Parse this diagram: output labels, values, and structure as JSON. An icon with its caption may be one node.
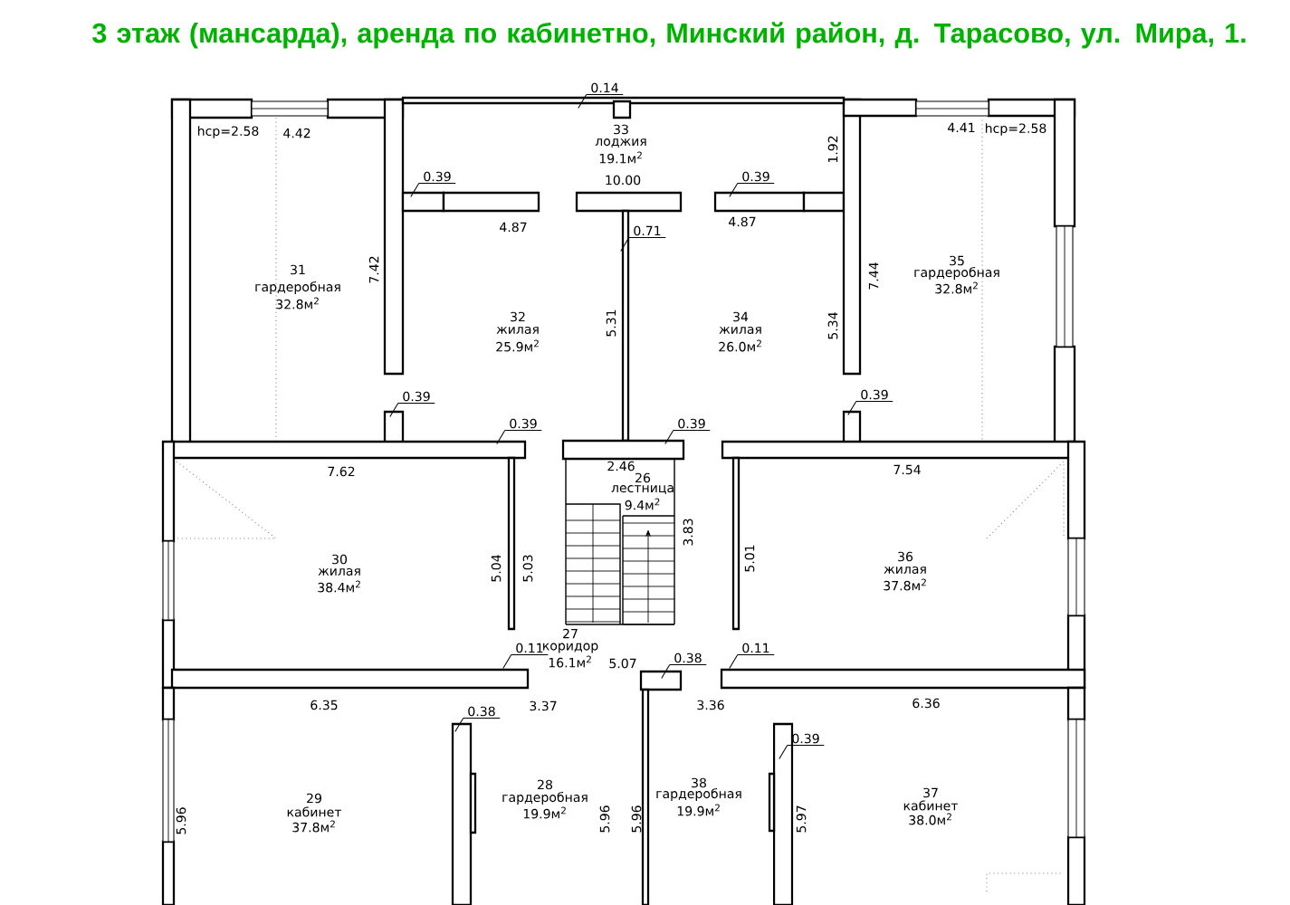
{
  "diagram": {
    "title": "3 этаж (мансарда), аренда по кабинетно, Минский район, д. Тарасово, ул. Мира, 1.",
    "labels": [
      "0.14",
      "hср=2.58",
      "4.42",
      "33",
      "лоджия",
      "4.41",
      "hср=2.58",
      "1.92",
      "19.1м$^{2}$",
      "0.39",
      "0.39",
      "10.00",
      "4.87",
      "4.87",
      "0.71",
      "7.42",
      "7.44",
      "35",
      "31",
      "гардеробная",
      "гардеробная",
      "32.8м$^{2}$",
      "32.8м$^{2}$",
      "32",
      "34",
      "5.31",
      "5.34",
      "жилая",
      "жилая",
      "25.9м$^{2}$",
      "26.0м$^{2}$",
      "0.39",
      "0.39",
      "0.39",
      "0.39",
      "2.46",
      "7.62",
      "7.54",
      "26",
      "лестница",
      "9.4м$^{2}$",
      "3.83",
      "36",
      "30",
      "5.01",
      "5.04",
      "5.03",
      "жилая",
      "жилая",
      "37.8м$^{2}$",
      "38.4м$^{2}$",
      "27",
      "коридор",
      "0.11",
      "0.11",
      "16.1м$^{2}$",
      "0.38",
      "5.07",
      "6.35",
      "3.37",
      "3.36",
      "6.36",
      "0.38",
      "0.39",
      "38",
      "28",
      "37",
      "гардеробная",
      "29",
      "гардеробная",
      "кабинет",
      "19.9м$^{2}$",
      "кабинет",
      "19.9м$^{2}$",
      "38.0м$^{2}$",
      "5.96",
      "5.96",
      "5.96",
      "5.97",
      "37.8м$^{2}$"
    ]
  }
}
